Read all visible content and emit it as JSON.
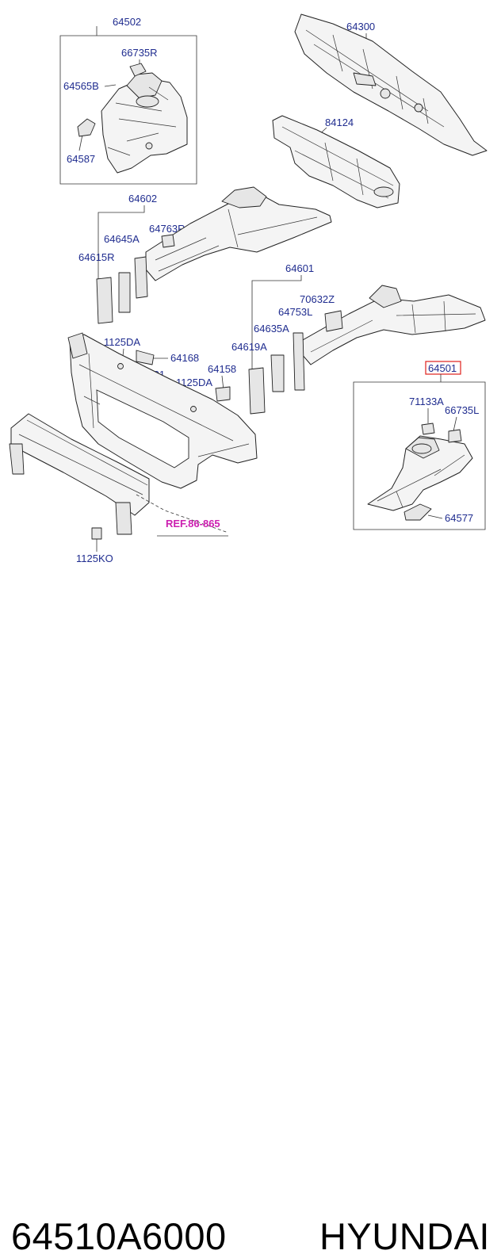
{
  "labels": {
    "c64502": "64502",
    "c66735R": "66735R",
    "c64565B": "64565B",
    "c64587": "64587",
    "c64300": "64300",
    "c84124": "84124",
    "c64602": "64602",
    "c64763R": "64763R",
    "c64645A": "64645A",
    "c64615R": "64615R",
    "c64601": "64601",
    "c70632Z": "70632Z",
    "c64753L": "64753L",
    "c64635A": "64635A",
    "c64619A": "64619A",
    "c1125DA_a": "1125DA",
    "c64168": "64168",
    "c64101": "64101",
    "c64158": "64158",
    "c1125DA_b": "1125DA",
    "c64501": "64501",
    "c71133A": "71133A",
    "c66735L": "66735L",
    "c64577": "64577",
    "c1125KO": "1125KO",
    "ref": "REF.86-865"
  },
  "footer": {
    "part_number": "64510A6000",
    "brand": "HYUNDAI"
  },
  "colors": {
    "label": "#1f2c8f",
    "ref": "#cc1fb0",
    "highlight_box": "#e0201c"
  }
}
